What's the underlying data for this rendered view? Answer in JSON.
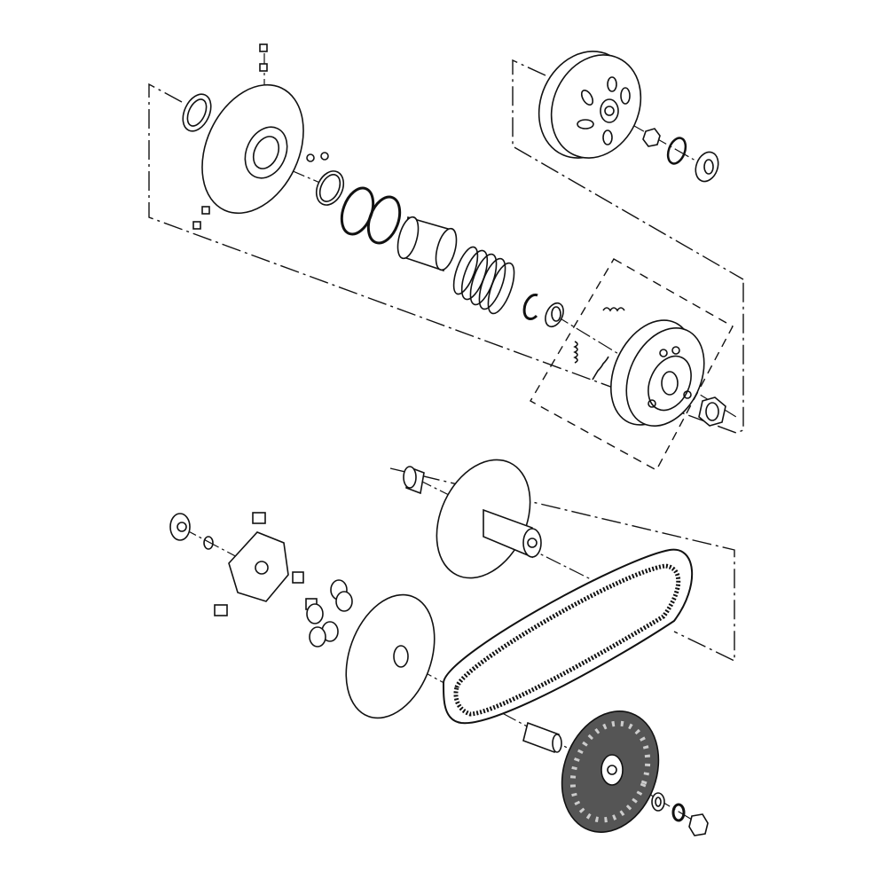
{
  "diagram": {
    "type": "exploded-parts-drawing",
    "line_color": "#111111",
    "background": "#ffffff",
    "fan_fill": "#555555",
    "parts": [
      "seal-ring",
      "fixed-sheave-assembly",
      "o-rings",
      "sleeve",
      "clutch-spring",
      "circlip",
      "bearing",
      "clutch-shoe-assembly",
      "clutch-nut",
      "clutch-drum",
      "drum-nut",
      "drum-washer",
      "drum-bearing",
      "driven-bearing",
      "driven-face",
      "ramp-bearing",
      "ramp-oring",
      "ramp-plate",
      "sliders",
      "weight-rollers",
      "movable-drive-face",
      "drive-belt",
      "drive-collar",
      "fan-drive-face",
      "washer",
      "lock-washer",
      "nut"
    ]
  }
}
